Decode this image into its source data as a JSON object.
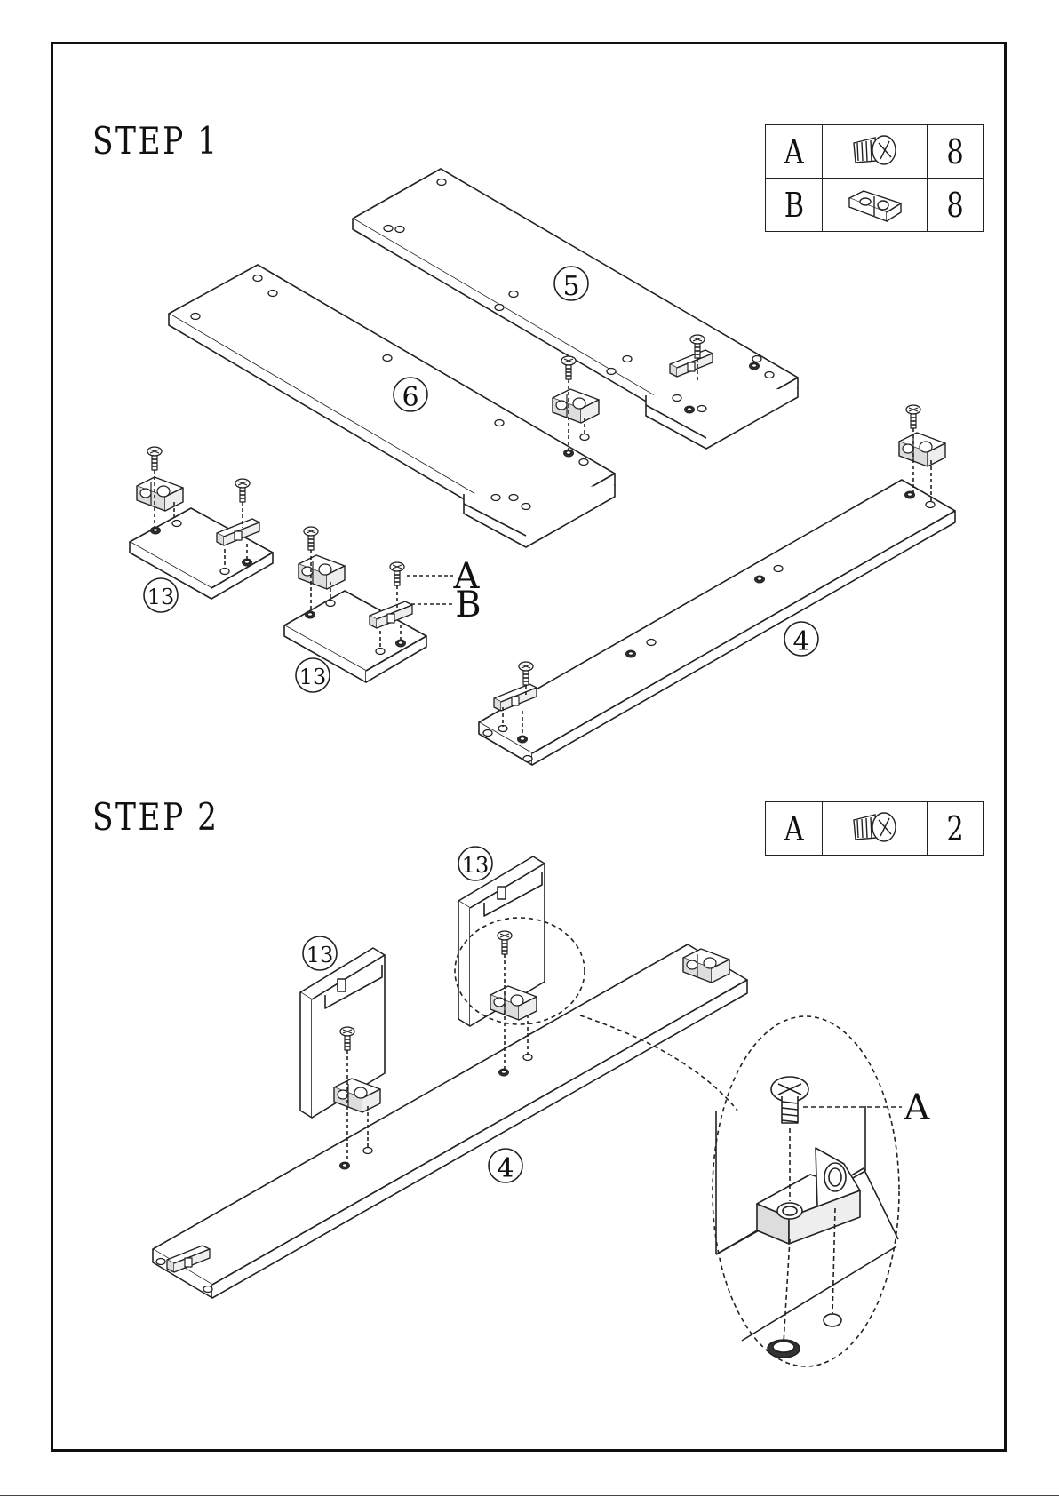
{
  "step1": {
    "title": "STEP 1",
    "parts": [
      {
        "label": "A",
        "icon": "screw-icon",
        "qty": "8"
      },
      {
        "label": "B",
        "icon": "bracket-icon",
        "qty": "8"
      }
    ],
    "callouts": {
      "a": "A",
      "b": "B"
    },
    "panels": {
      "p5": "5",
      "p6": "6",
      "p4": "4",
      "p13a": "13",
      "p13b": "13"
    }
  },
  "step2": {
    "title": "STEP 2",
    "parts": [
      {
        "label": "A",
        "icon": "screw-icon",
        "qty": "2"
      }
    ],
    "callouts": {
      "a": "A"
    },
    "panels": {
      "p13a": "13",
      "p13b": "13",
      "p4": "4"
    }
  }
}
